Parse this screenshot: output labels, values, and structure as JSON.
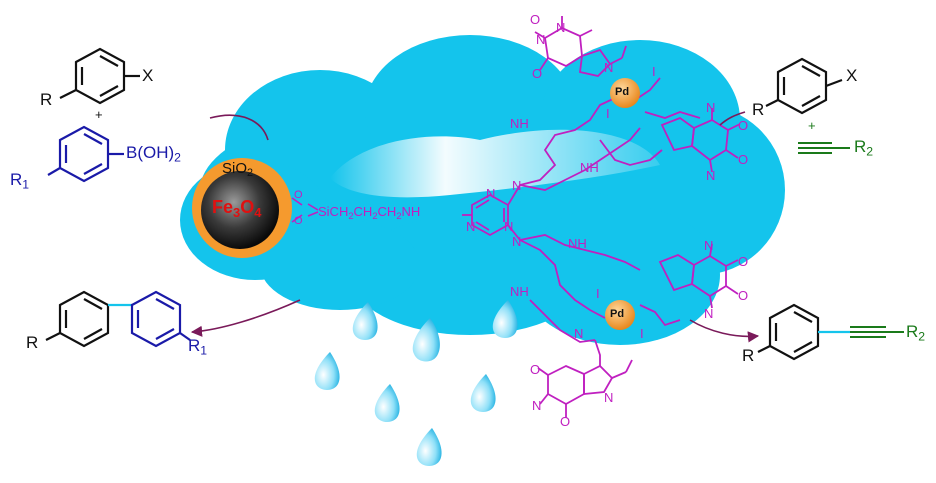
{
  "colors": {
    "cloud": "#14c4ec",
    "cloud_highlight": "#e8fbff",
    "drop": "#1fb8e6",
    "magenta": "#c020c0",
    "blue": "#1a1aa8",
    "green": "#1a7a1a",
    "core_orange": "#f59a2e",
    "pd_orange": "#f6a23c",
    "arrow": "#7a1a5a"
  },
  "catalyst": {
    "shell": "SiO2",
    "core": "Fe3O4",
    "linker": "SiCH2CH2CH2NH",
    "metal": "Pd",
    "halide": "I",
    "ring_atom_n": "N",
    "ring_atom_o": "O",
    "linker_oxygen": "O"
  },
  "suzuki": {
    "reactant_r": "R",
    "reactant_x": "X",
    "plus": "+",
    "boronic_r1": "R1",
    "boronic_group": "B(OH)2",
    "product_r": "R",
    "product_r1": "R1"
  },
  "sonogashira": {
    "reactant_r": "R",
    "reactant_x": "X",
    "plus": "+",
    "alkyne_r2": "R2",
    "product_r": "R",
    "product_r2": "R2"
  }
}
